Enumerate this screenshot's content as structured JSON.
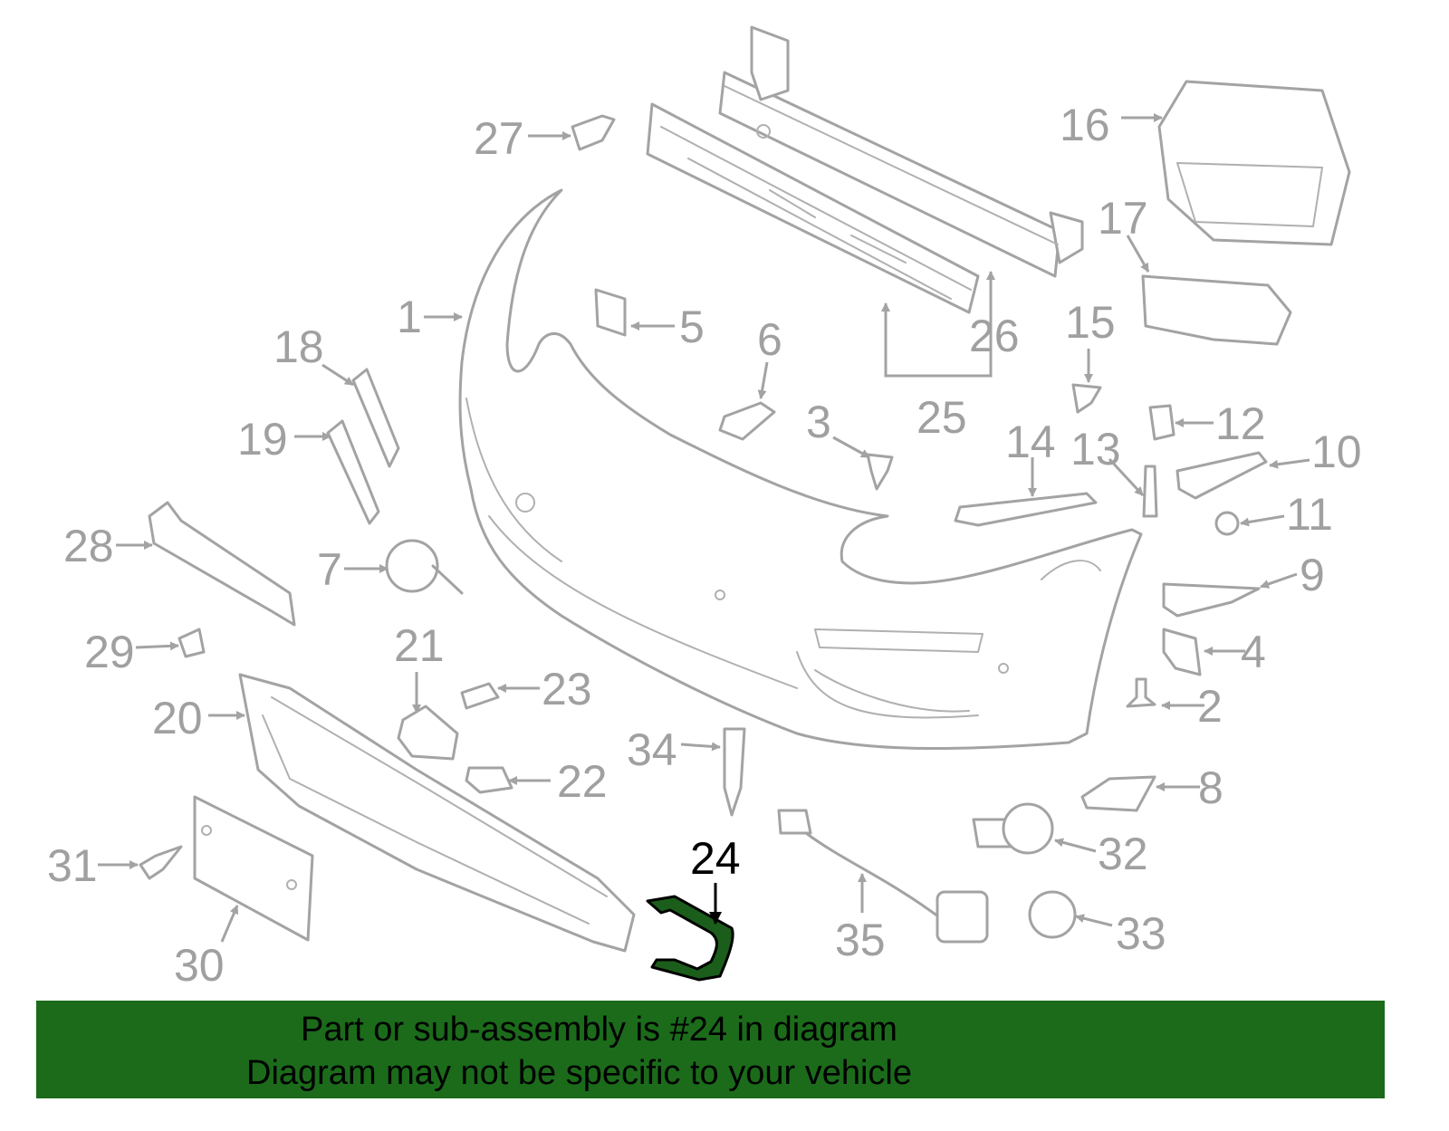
{
  "diagram": {
    "highlighted_part": "24",
    "callouts": [
      {
        "id": "1",
        "label": "1"
      },
      {
        "id": "2",
        "label": "2"
      },
      {
        "id": "3",
        "label": "3"
      },
      {
        "id": "4",
        "label": "4"
      },
      {
        "id": "5",
        "label": "5"
      },
      {
        "id": "6",
        "label": "6"
      },
      {
        "id": "7",
        "label": "7"
      },
      {
        "id": "8",
        "label": "8"
      },
      {
        "id": "9",
        "label": "9"
      },
      {
        "id": "10",
        "label": "10"
      },
      {
        "id": "11",
        "label": "11"
      },
      {
        "id": "12",
        "label": "12"
      },
      {
        "id": "13",
        "label": "13"
      },
      {
        "id": "14",
        "label": "14"
      },
      {
        "id": "15",
        "label": "15"
      },
      {
        "id": "16",
        "label": "16"
      },
      {
        "id": "17",
        "label": "17"
      },
      {
        "id": "18",
        "label": "18"
      },
      {
        "id": "19",
        "label": "19"
      },
      {
        "id": "20",
        "label": "20"
      },
      {
        "id": "21",
        "label": "21"
      },
      {
        "id": "22",
        "label": "22"
      },
      {
        "id": "23",
        "label": "23"
      },
      {
        "id": "24",
        "label": "24"
      },
      {
        "id": "25",
        "label": "25"
      },
      {
        "id": "26",
        "label": "26"
      },
      {
        "id": "27",
        "label": "27"
      },
      {
        "id": "28",
        "label": "28"
      },
      {
        "id": "29",
        "label": "29"
      },
      {
        "id": "30",
        "label": "30"
      },
      {
        "id": "31",
        "label": "31"
      },
      {
        "id": "32",
        "label": "32"
      },
      {
        "id": "33",
        "label": "33"
      },
      {
        "id": "34",
        "label": "34"
      },
      {
        "id": "35",
        "label": "35"
      }
    ]
  },
  "banner": {
    "line1": "Part or sub-assembly is #24 in diagram",
    "line2": "Diagram may not be specific to your vehicle"
  },
  "colors": {
    "banner_bg": "#1b6b1b",
    "highlight_fill": "#1b5e1b",
    "line_gray": "#a3a3a3"
  }
}
